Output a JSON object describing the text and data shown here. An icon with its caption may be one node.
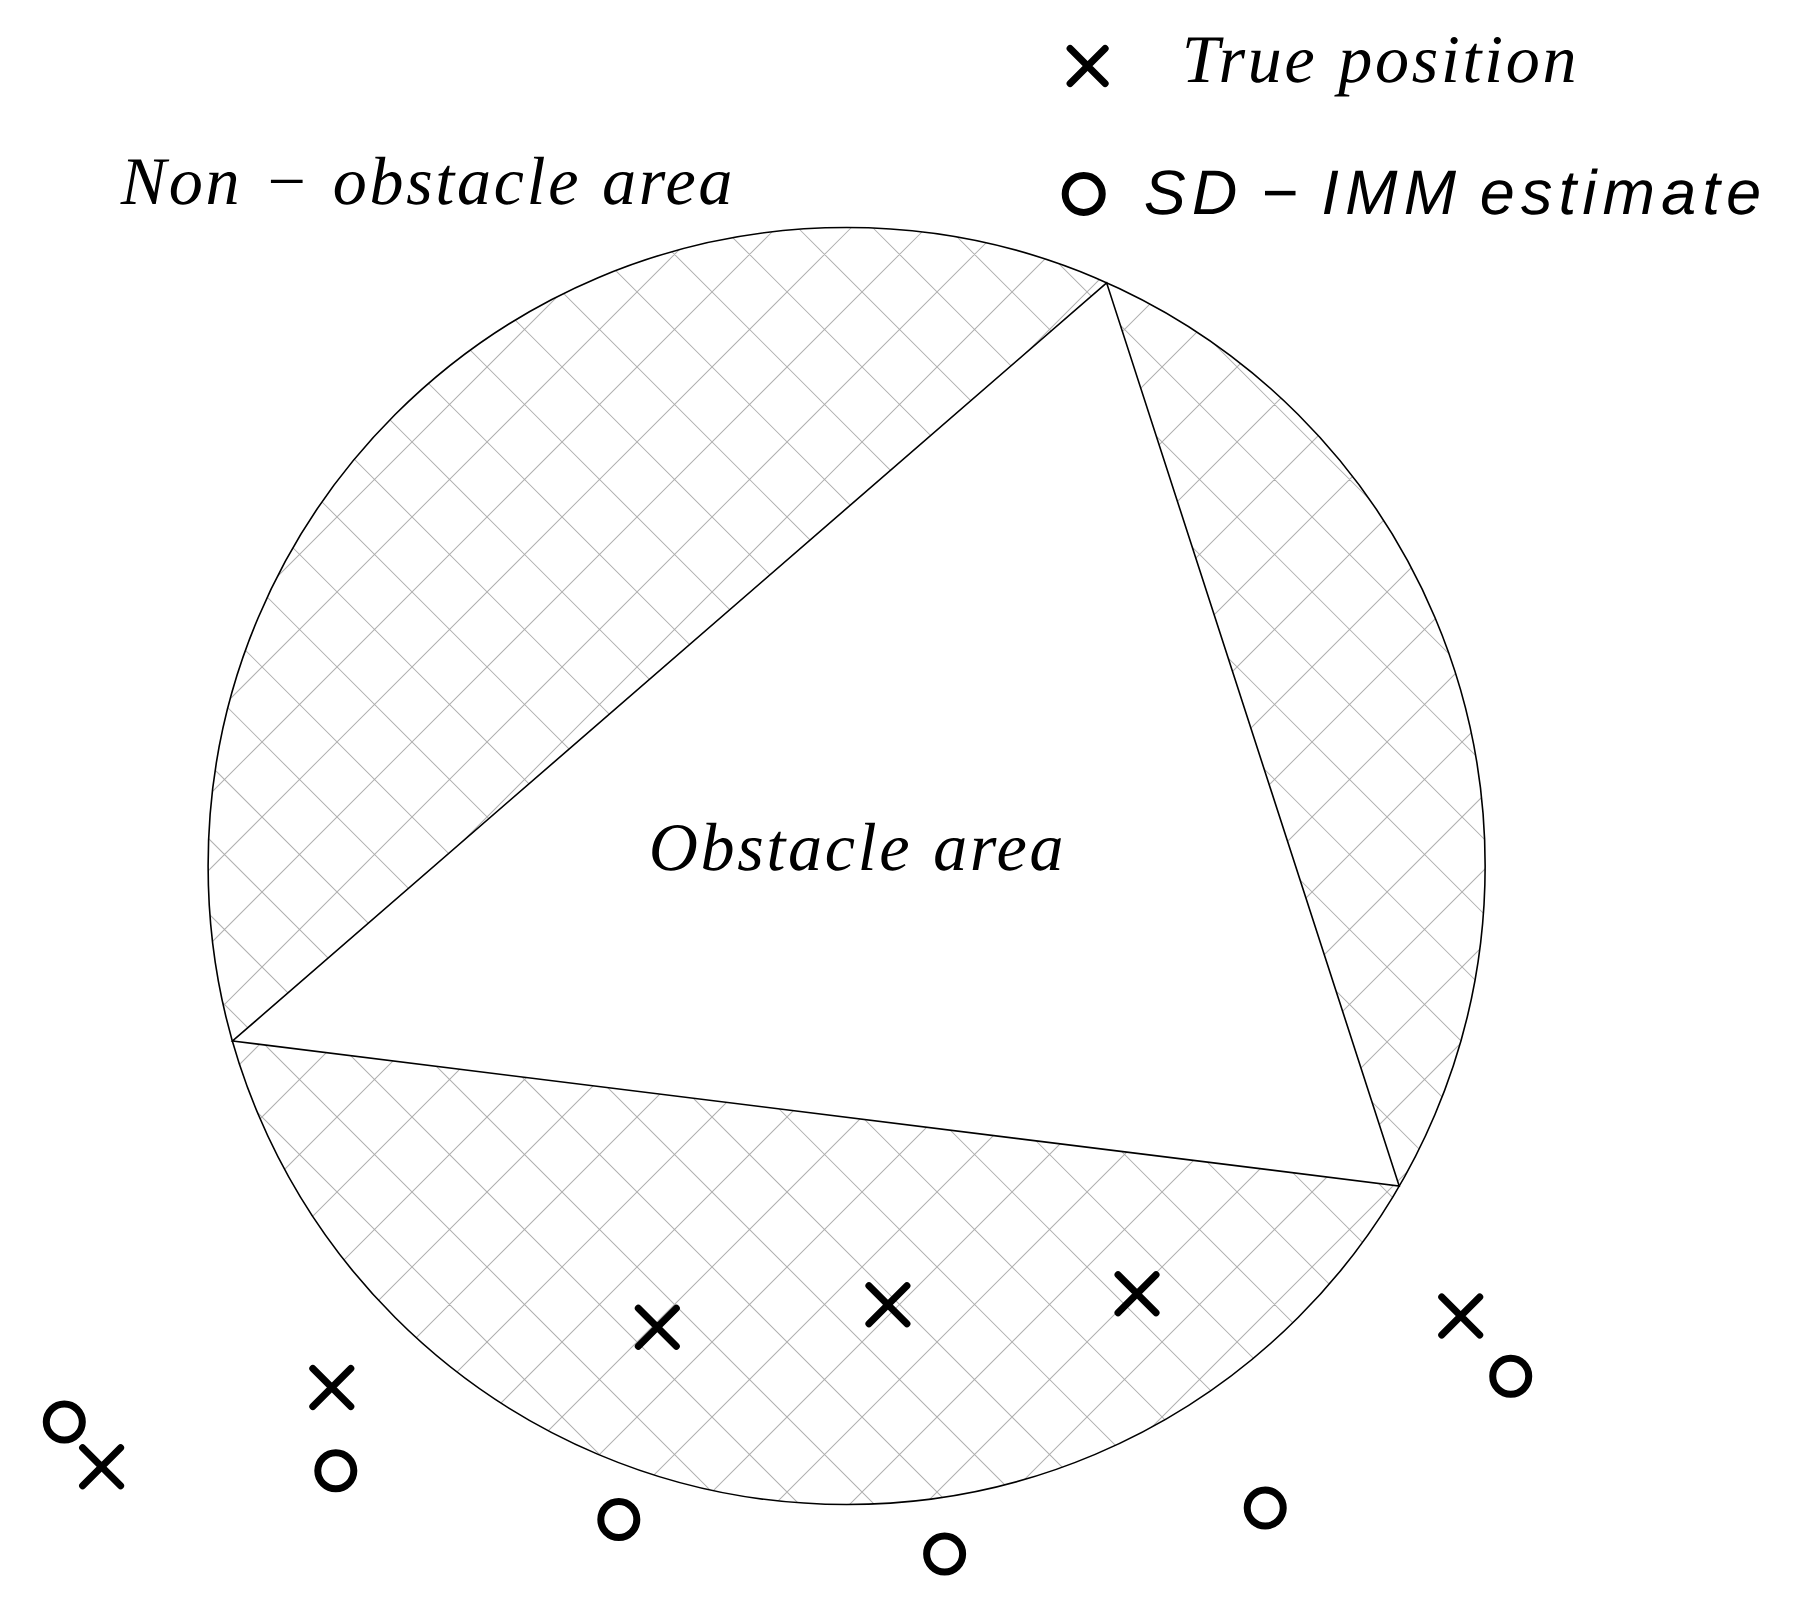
{
  "diagram": {
    "nodes": [
      {
        "text": [
          "Non − obstacle area"
        ]
      },
      {
        "text": [
          "Obstacle area"
        ],
        "in": 0
      }
    ],
    "legend": [
      {
        "text": "True position"
      },
      {
        "text": "SD − IMM estimate"
      }
    ]
  }
}
